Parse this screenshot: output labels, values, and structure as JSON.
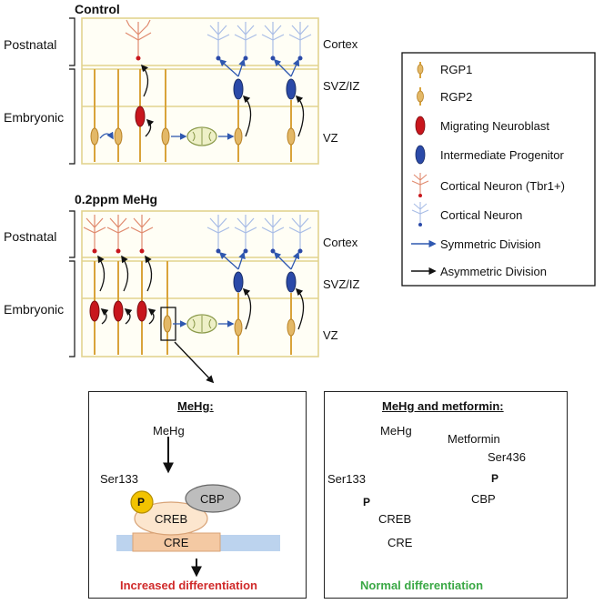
{
  "control": {
    "title": "Control",
    "postnatal": "Postnatal",
    "embryonic": "Embryonic",
    "cortex": "Cortex",
    "svz": "SVZ/IZ",
    "vz": "VZ"
  },
  "mehg_panel": {
    "title": "0.2ppm MeHg",
    "postnatal": "Postnatal",
    "embryonic": "Embryonic",
    "cortex": "Cortex",
    "svz": "SVZ/IZ",
    "vz": "VZ"
  },
  "legend": {
    "items": [
      {
        "label": "RGP1",
        "icon": "rgp1-icon"
      },
      {
        "label": "RGP2",
        "icon": "rgp2-icon"
      },
      {
        "label": "Migrating Neuroblast",
        "icon": "neuroblast-icon"
      },
      {
        "label": "Intermediate Progenitor",
        "icon": "progenitor-icon"
      },
      {
        "label": "Cortical Neuron (Tbr1+)",
        "icon": "tbr1-neuron-icon"
      },
      {
        "label": "Cortical Neuron",
        "icon": "cortical-neuron-icon"
      },
      {
        "label": "Symmetric Division",
        "icon": "blue-arrow-icon"
      },
      {
        "label": "Asymmetric Division",
        "icon": "black-arrow-icon"
      }
    ]
  },
  "box_left": {
    "title": "MeHg:",
    "mehg": "MeHg",
    "ser133": "Ser133",
    "p": "P",
    "cbp": "CBP",
    "creb": "CREB",
    "cre": "CRE",
    "result": "Increased differentiation"
  },
  "box_right": {
    "title": "MeHg and metformin:",
    "mehg": "MeHg",
    "metformin": "Metformin",
    "ser436": "Ser436",
    "ser133": "Ser133",
    "p1": "P",
    "p2": "P",
    "cbp": "CBP",
    "creb": "CREB",
    "cre": "CRE",
    "result": "Normal differentiation"
  },
  "colors": {
    "panel_border": "#e2d38f",
    "rgp": "#d9a33a",
    "neuroblast": "#c8161d",
    "progenitor": "#2b4aa8",
    "tbr1_neuron": "#e08a6e",
    "cortical_neuron": "#a9bde6",
    "symmetric_arrow": "#2f58b0",
    "increased": "#d02a2a",
    "normal": "#3aa845"
  }
}
